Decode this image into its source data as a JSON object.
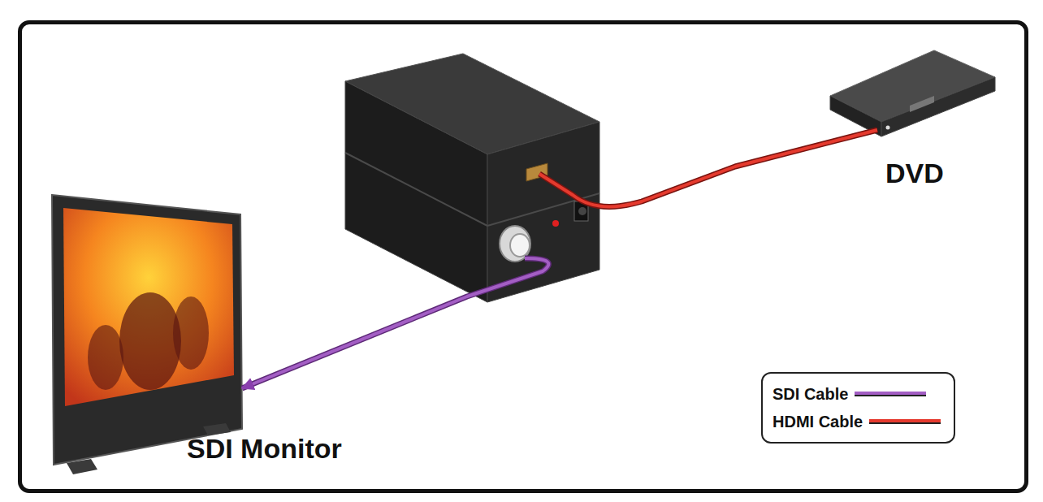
{
  "diagram": {
    "nodes": [
      {
        "text": [
          "DVD"
        ]
      },
      {
        "text": [
          "SDI Monitor"
        ]
      }
    ],
    "edges": [
      {
        "from": 0,
        "to": 1,
        "arrow": "to"
      }
    ],
    "legend": [
      {
        "text": "SDI Cable"
      },
      {
        "text": "HDMI Cable"
      }
    ]
  }
}
